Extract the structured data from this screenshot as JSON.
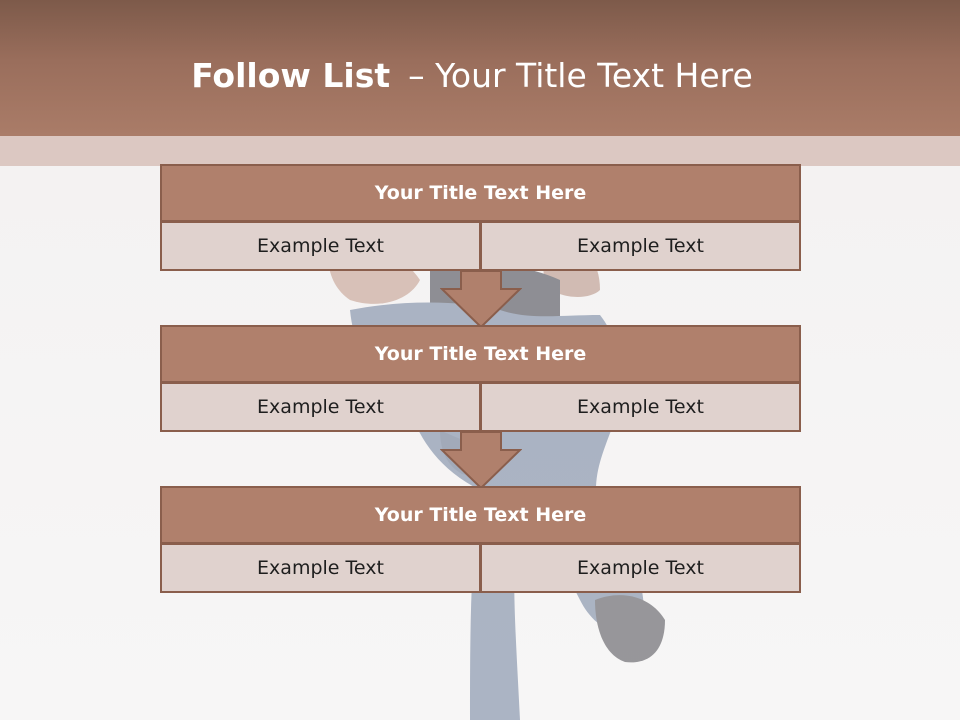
{
  "header": {
    "title_bold": "Follow List",
    "separator": "–",
    "title_rest": "Your Title Text Here"
  },
  "blocks": [
    {
      "title": "Your Title Text Here",
      "left": "Example Text",
      "right": "Example Text"
    },
    {
      "title": "Your Title Text Here",
      "left": "Example Text",
      "right": "Example Text"
    },
    {
      "title": "Your Title Text Here",
      "left": "Example Text",
      "right": "Example Text"
    }
  ],
  "colors": {
    "header": "#9a6e5c",
    "block_title": "#b0806c",
    "block_cell": "#e0d2ce",
    "border": "#8a5e4c"
  }
}
